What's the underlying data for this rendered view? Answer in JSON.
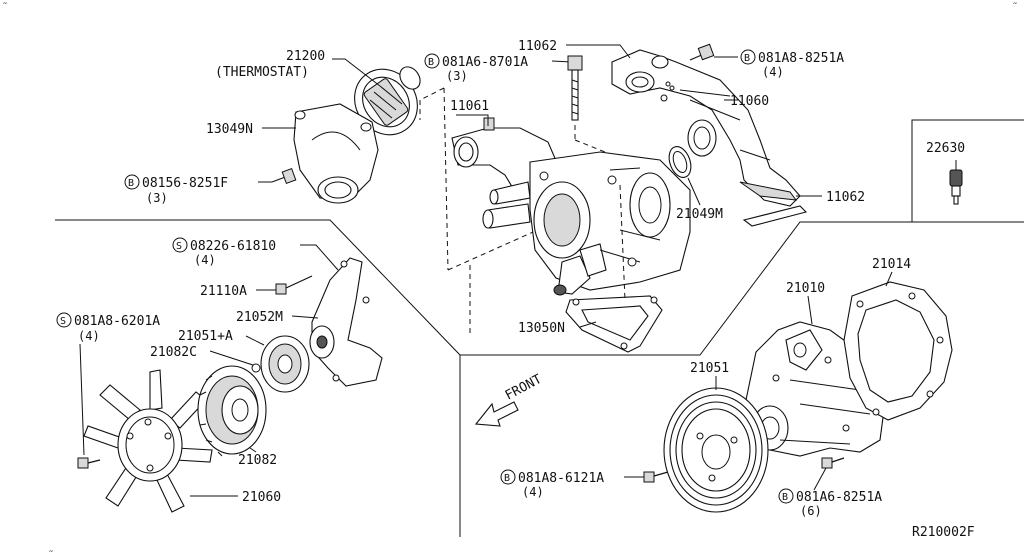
{
  "parts": {
    "p21200": "21200",
    "thermostat": "(THERMOSTAT)",
    "p13049N": "13049N",
    "b08156_8251F": "08156-8251F",
    "q08156": "(3)",
    "b081A6_8701A": "081A6-8701A",
    "q081A6_8701A": "(3)",
    "p11062_top": "11062",
    "b081A8_8251A": "081A8-8251A",
    "q081A8_8251A": "(4)",
    "p11060": "11060",
    "p11061": "11061",
    "p21049M": "21049M",
    "p11062_right": "11062",
    "p22630": "22630",
    "s08226_61810": "08226-61810",
    "q08226": "(4)",
    "p21110A": "21110A",
    "p21052M": "21052M",
    "s081A8_6201A": "081A8-6201A",
    "q081A8_6201A": "(4)",
    "p21051A": "21051+A",
    "p21082C": "21082C",
    "p21082": "21082",
    "p21060": "21060",
    "p13050N": "13050N",
    "p21010": "21010",
    "p21014": "21014",
    "p21051": "21051",
    "b081A8_6121A": "081A8-6121A",
    "q081A8_6121A": "(4)",
    "b081A6_8251A": "081A6-8251A",
    "q081A6_8251A": "(6)",
    "front": "FRONT"
  },
  "badges": {
    "bolt": "B",
    "screw": "S"
  },
  "corner_marks": {
    "top_left": "˜",
    "top_right": "˜",
    "bottom_left": "˜"
  },
  "diagram_code": "R210002F"
}
